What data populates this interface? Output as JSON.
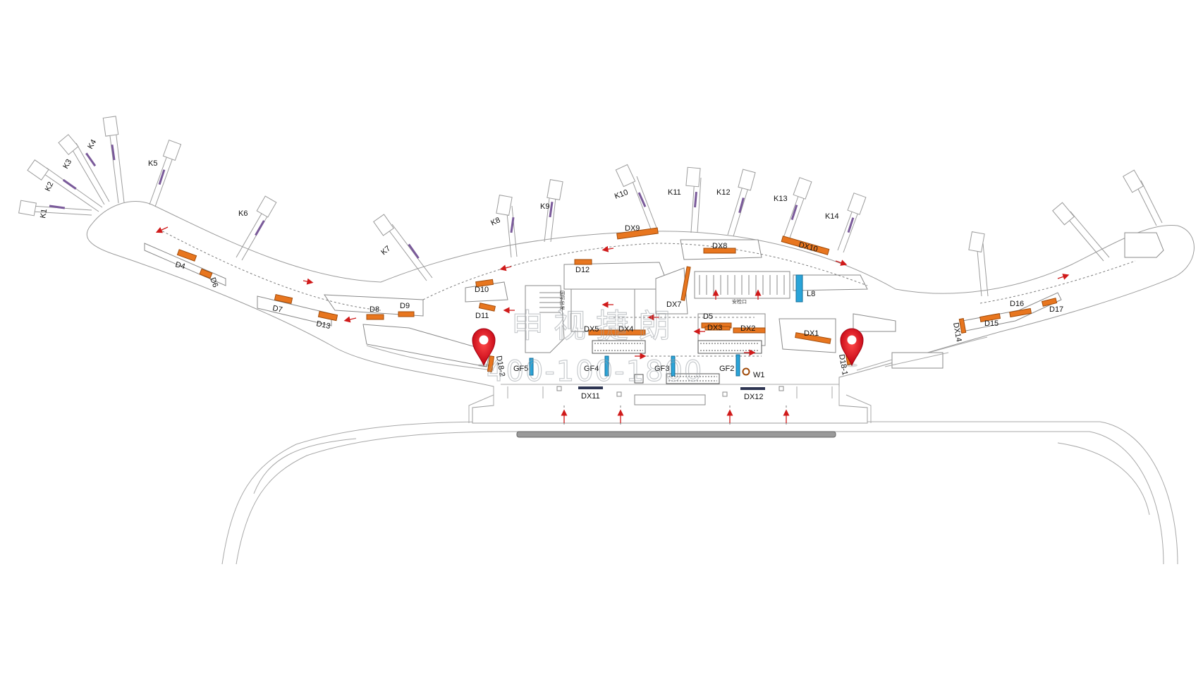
{
  "colors": {
    "ad_panel": "#e8761f",
    "ad_panel_edge": "#a04b0a",
    "lightbox": "#2aa4d8",
    "dark_panel": "#2e3552",
    "jetway_strip": "#7a5a9a",
    "arrow": "#d01a1a",
    "pin": "#e0101a"
  },
  "gates": [
    "K1",
    "K2",
    "K3",
    "K4",
    "K5",
    "K6",
    "K7",
    "K8",
    "K9",
    "K10",
    "K11",
    "K12",
    "K13",
    "K14"
  ],
  "ad_labels": [
    "D4",
    "D6",
    "D7",
    "D8",
    "D9",
    "D10",
    "D11",
    "D12",
    "D13",
    "D5",
    "DX9",
    "DX8",
    "DX10",
    "DX7",
    "DX5",
    "DX4",
    "DX3",
    "DX2",
    "DX1",
    "D16",
    "D17",
    "D15",
    "DX14",
    "D18-1",
    "D18-2",
    "DX11",
    "DX12",
    "L8",
    "GF5",
    "GF4",
    "GF3",
    "GF2",
    "W1"
  ],
  "small_labels": {
    "security": "安检口",
    "passage": "国际出发"
  },
  "watermark": {
    "line1": "申视捷朗",
    "line2": "400-100-1800"
  },
  "pins": [
    {
      "name": "pin-d18-2",
      "label": "D18-2"
    },
    {
      "name": "pin-d18-1",
      "label": "D18-1"
    }
  ]
}
